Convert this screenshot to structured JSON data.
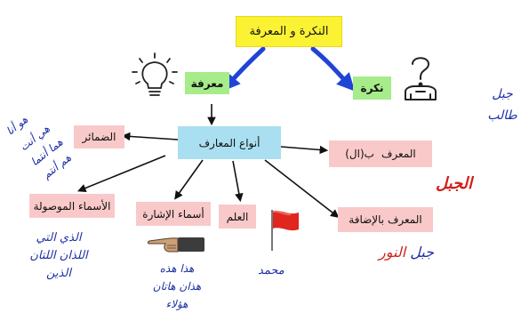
{
  "title": "النكرة و المعرفة",
  "categories": {
    "marifa": "معرفة",
    "nakira": "نكرة"
  },
  "types_heading": "أنواع المعارف",
  "types": {
    "pronouns": "الضمائر",
    "relative": "الأسماء الموصولة",
    "demonstrative": "أسماء الإشارة",
    "proper": "العلم",
    "with_al_label": "المعرف",
    "with_al_suffix": "ب(ال)",
    "idafa": "المعرف بالإضافة"
  },
  "handwriting": {
    "pronoun_examples": [
      "هو أنا",
      "هي أنت",
      "هما أنتما",
      "هم أنتم"
    ],
    "relative_examples": [
      "الذي التي",
      "اللذان اللتان",
      "الذين"
    ],
    "demonstrative_examples": [
      "هذا هذه",
      "هذان هاتان",
      "هؤلاء"
    ],
    "proper_example": "محمد",
    "indefinite_examples": [
      "جبل",
      "طالب"
    ],
    "al_example": "الجبل",
    "idafa_example_first": "جبل",
    "idafa_example_second": "النور"
  },
  "colors": {
    "title_bg": "#fbf233",
    "category_bg": "#a6ec8a",
    "types_bg": "#a9dff0",
    "type_bg": "#f9c9c9",
    "handwriting_navy": "#1d2fa6",
    "handwriting_red": "#d2201b",
    "arrow_blue": "#1f44d6"
  },
  "icons": [
    "lightbulb-icon",
    "question-person-icon",
    "pointing-hand-icon",
    "red-flag-icon"
  ]
}
